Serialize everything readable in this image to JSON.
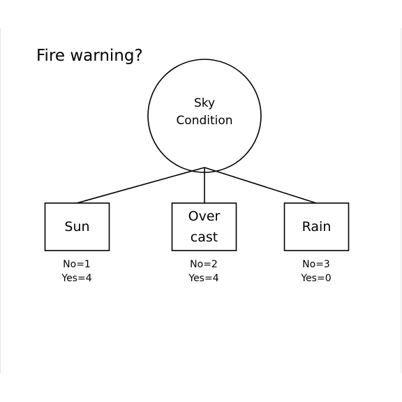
{
  "title": "Fire warning?",
  "root": {
    "line1": "Sky",
    "line2": "Condition"
  },
  "branches": [
    {
      "label_lines": [
        "Sun"
      ],
      "no": "No=1",
      "yes": "Yes=4"
    },
    {
      "label_lines": [
        "Over",
        "cast"
      ],
      "no": "No=2",
      "yes": "Yes=4"
    },
    {
      "label_lines": [
        "Rain"
      ],
      "no": "No=3",
      "yes": "Yes=0"
    }
  ]
}
